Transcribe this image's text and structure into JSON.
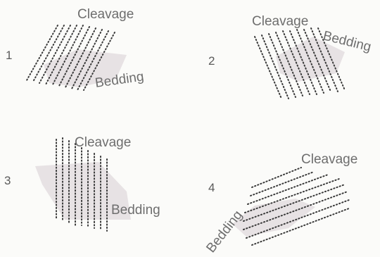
{
  "panels": [
    {
      "number": "1",
      "cleavage_label": "Cleavage",
      "bedding_label": "Bedding"
    },
    {
      "number": "2",
      "cleavage_label": "Cleavage",
      "bedding_label": "Bedding"
    },
    {
      "number": "3",
      "cleavage_label": "Cleavage",
      "bedding_label": "Bedding"
    },
    {
      "number": "4",
      "cleavage_label": "Cleavage",
      "bedding_label": "Bedding"
    }
  ],
  "colors": {
    "background": "#fbfbf9",
    "bedding_fill": "#e4dfe1",
    "cleavage_dots": "#3a3a3a",
    "label_text": "#6e6e6e"
  }
}
